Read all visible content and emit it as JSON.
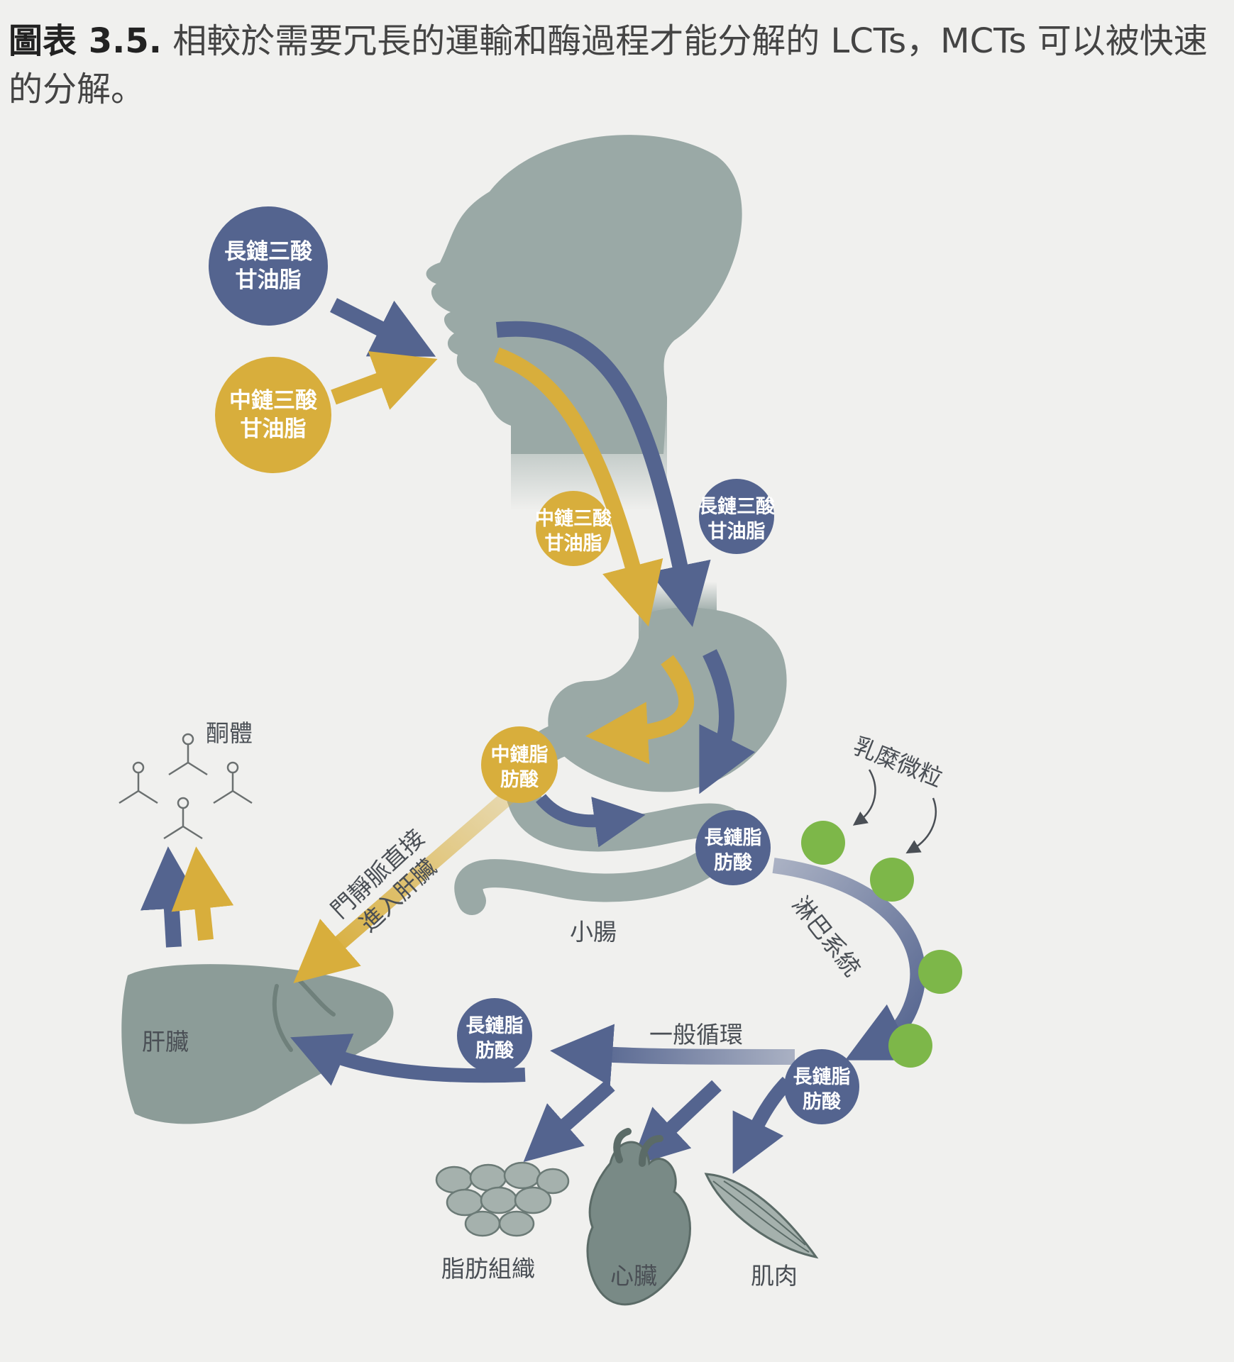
{
  "caption": {
    "label": "圖表 3.5.",
    "text": "相較於需要冗長的運輸和酶過程才能分解的 LCTs，MCTs 可以被快速的分解。"
  },
  "colors": {
    "lct": "#54648f",
    "mct": "#d8ae3c",
    "organ": "#8c9c98",
    "chylomicron": "#7db749",
    "text": "#4a4f55"
  },
  "nodes": {
    "lct_input": [
      "長鏈三酸",
      "甘油脂"
    ],
    "mct_input": [
      "中鏈三酸",
      "甘油脂"
    ],
    "mct_esophagus": [
      "中鏈三酸",
      "甘油脂"
    ],
    "lct_esophagus": [
      "長鏈三酸",
      "甘油脂"
    ],
    "mcfa": [
      "中鏈脂",
      "肪酸"
    ],
    "lcfa_intestine": [
      "長鏈脂",
      "肪酸"
    ],
    "lcfa_circulation": [
      "長鏈脂",
      "肪酸"
    ],
    "lcfa_liver": [
      "長鏈脂",
      "肪酸"
    ]
  },
  "labels": {
    "ketones": "酮體",
    "chylomicrons": "乳糜微粒",
    "portal_vein": [
      "門靜脈直接",
      "進入肝臟"
    ],
    "small_intestine": "小腸",
    "lymphatic": "淋巴系統",
    "circulation": "一般循環",
    "liver": "肝臟",
    "adipose": "脂肪組織",
    "heart": "心臟",
    "muscle": "肌肉"
  }
}
